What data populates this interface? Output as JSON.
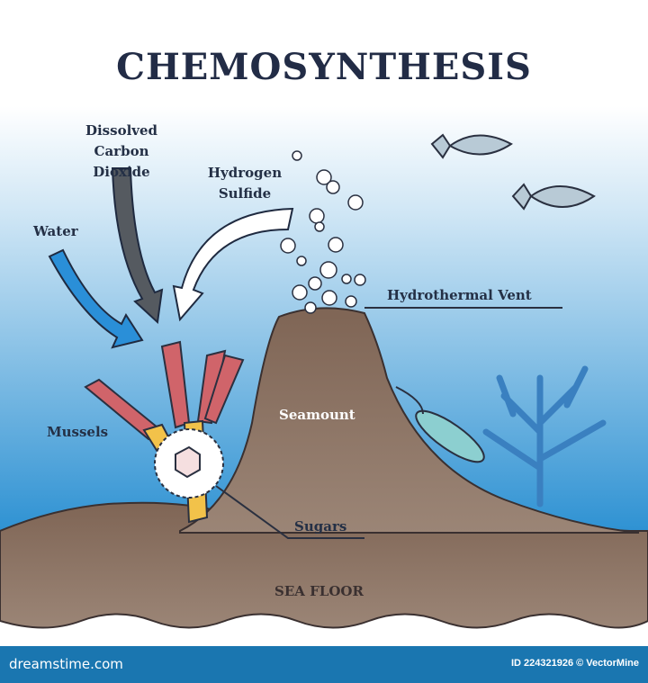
{
  "title": "CHEMOSYNTHESIS",
  "labels": {
    "co2": [
      "Dissolved",
      "Carbon",
      "Dioxide"
    ],
    "h2s": [
      "Hydrogen",
      "Sulfide"
    ],
    "water": "Water",
    "vent": "Hydrothermal Vent",
    "seamount": "Seamount",
    "mussels": "Mussels",
    "sugars": "Sugars",
    "sea_floor": "SEA FLOOR"
  },
  "footer": {
    "brand": "dreamstime.com",
    "credit": "ID 224321926 © VectorMine"
  },
  "colors": {
    "water_top": "#ffffff",
    "water_bottom": "#2a8fd0",
    "floor": "#8a7262",
    "footer": "#1a76b0"
  }
}
